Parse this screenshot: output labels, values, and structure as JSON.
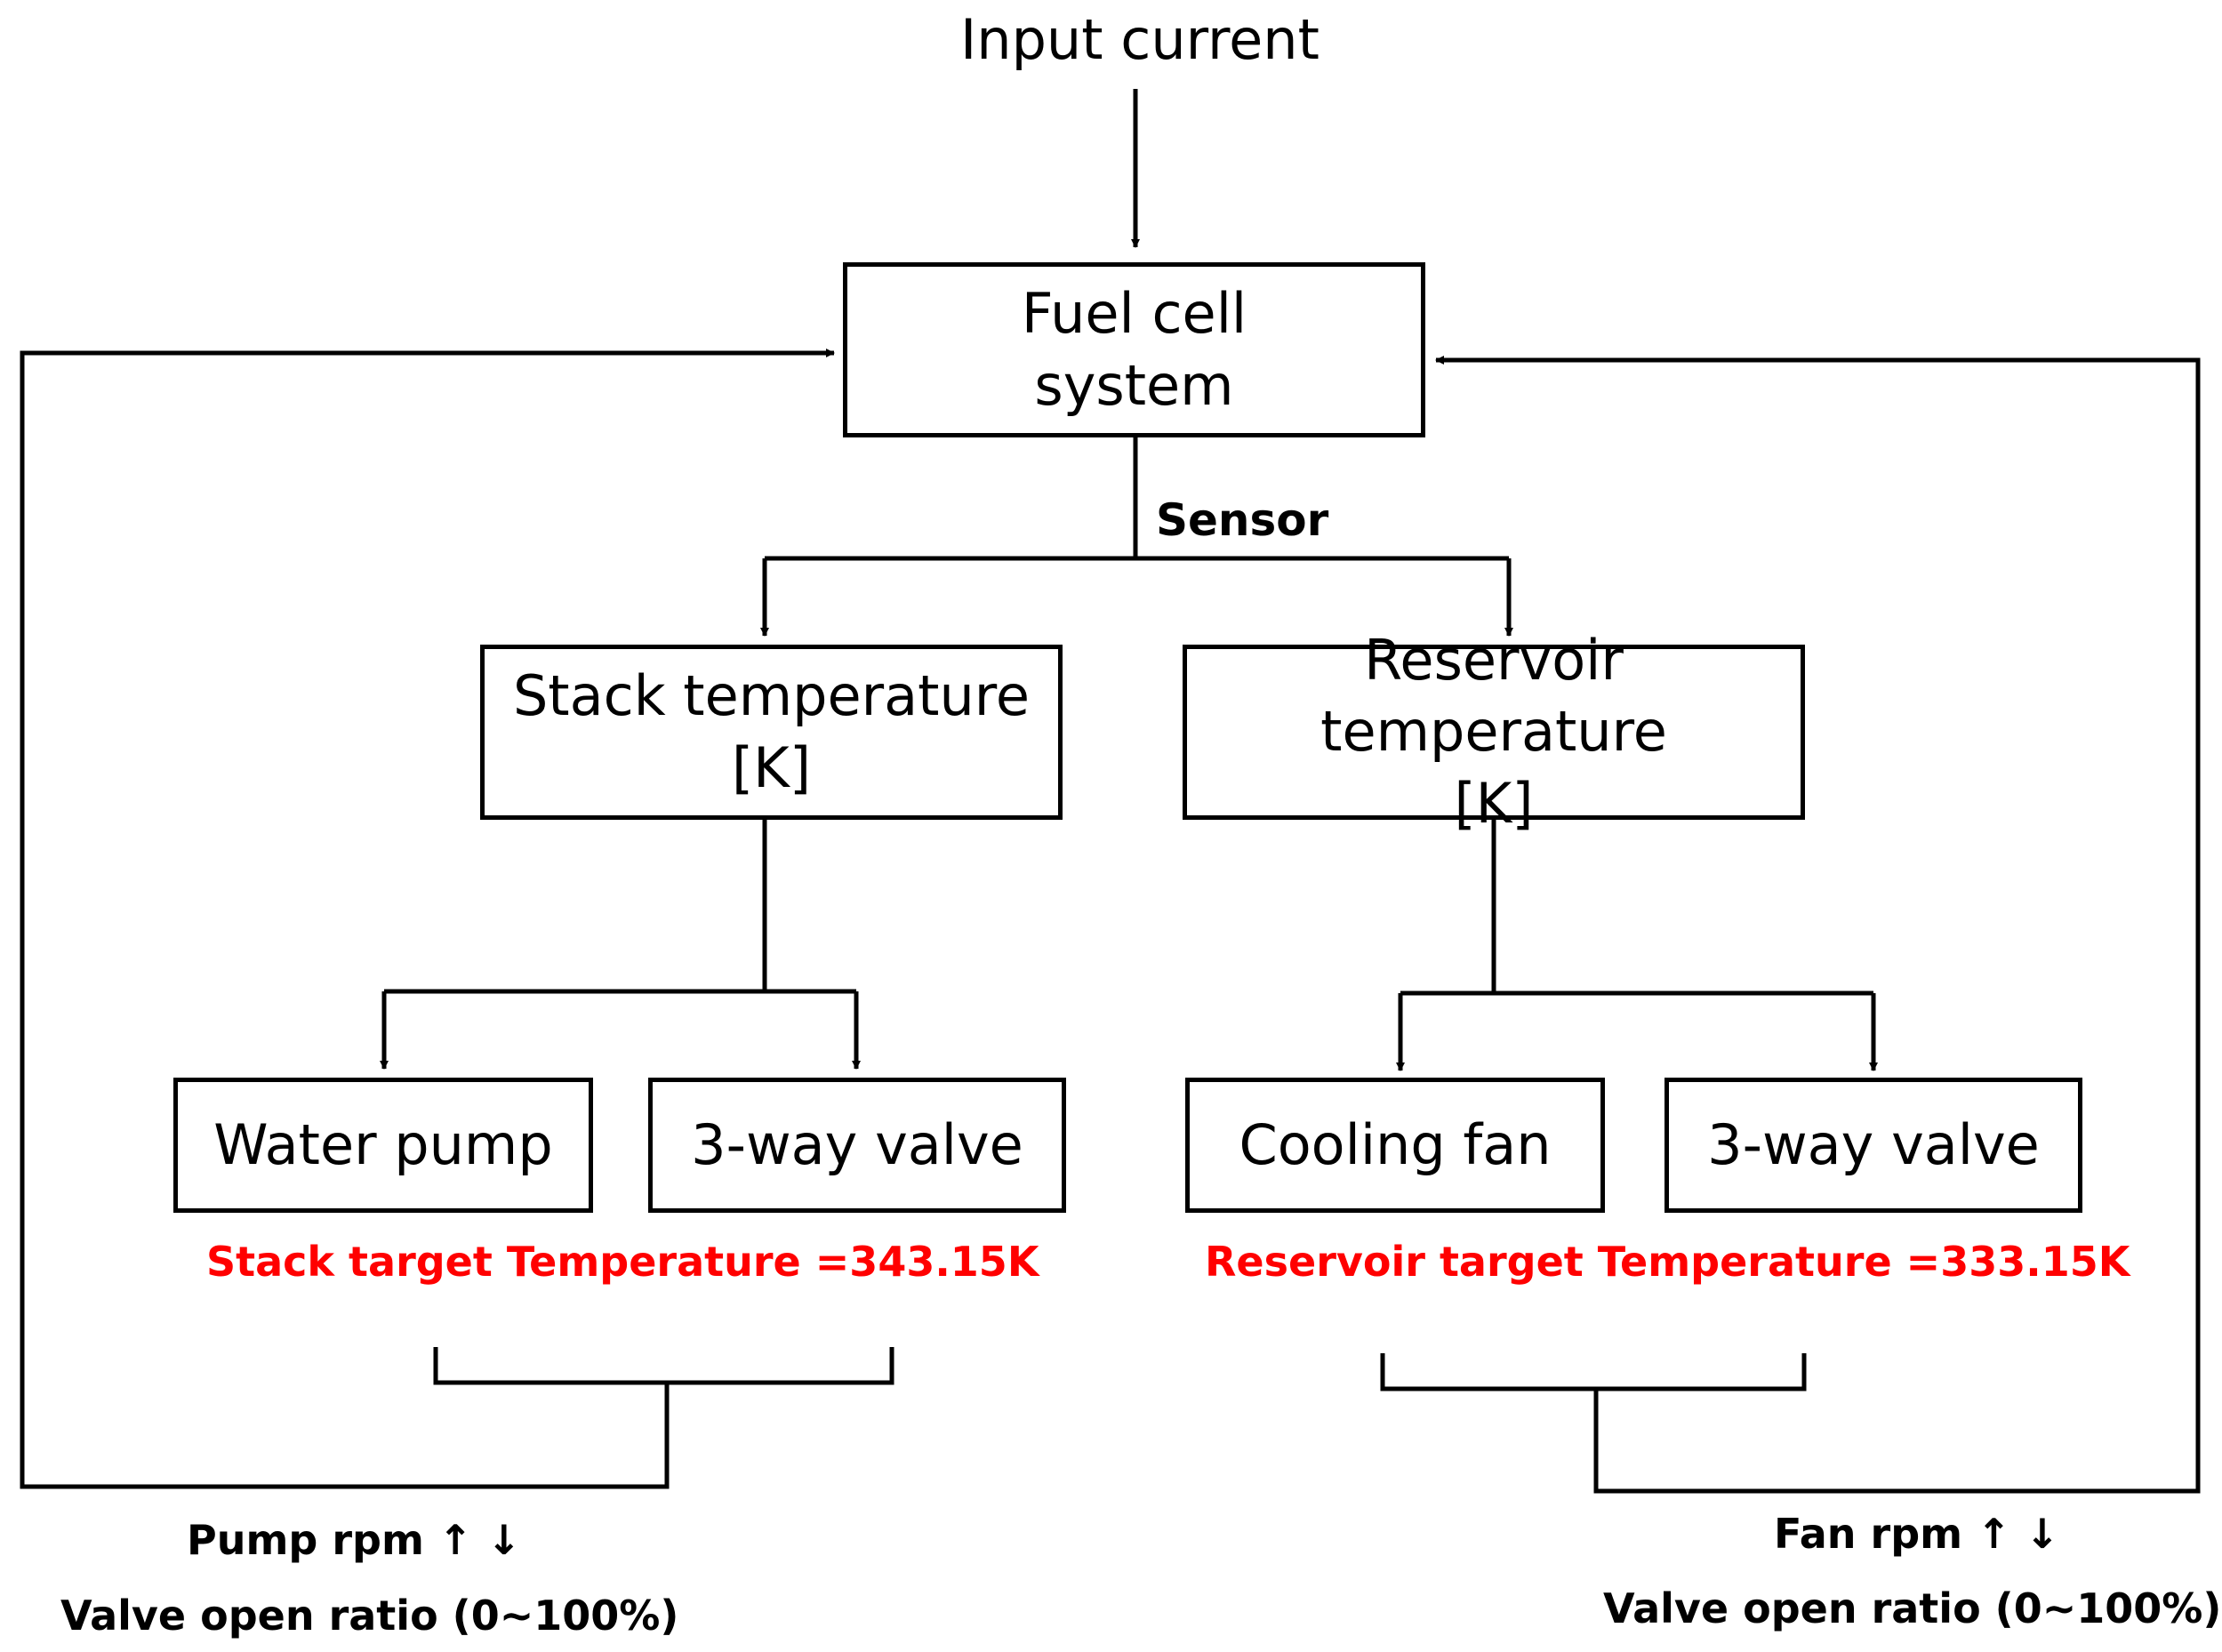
{
  "input_label": "Input current",
  "sensor_label": "Sensor",
  "boxes": {
    "fuel_cell": {
      "line1": "Fuel cell",
      "line2": "system"
    },
    "stack_temp": {
      "line1": "Stack temperature",
      "line2": "[K]"
    },
    "reservoir_temp": {
      "line1": "Reservoir temperature",
      "line2": "[K]"
    },
    "water_pump": {
      "label": "Water pump"
    },
    "valve_left": {
      "label": "3-way valve"
    },
    "cooling_fan": {
      "label": "Cooling fan"
    },
    "valve_right": {
      "label": "3-way valve"
    }
  },
  "targets": {
    "stack": "Stack target Temperature =343.15K",
    "reservoir": "Reservoir target Temperature =333.15K"
  },
  "outputs": {
    "left": {
      "line1": "Pump rpm ↑ ↓",
      "line2": "Valve open ratio (0~100%)"
    },
    "right": {
      "line1": "Fan rpm ↑ ↓",
      "line2": "Valve open ratio (0~100%)"
    }
  },
  "colors": {
    "line": "#000000",
    "target_text": "#ff0000"
  }
}
